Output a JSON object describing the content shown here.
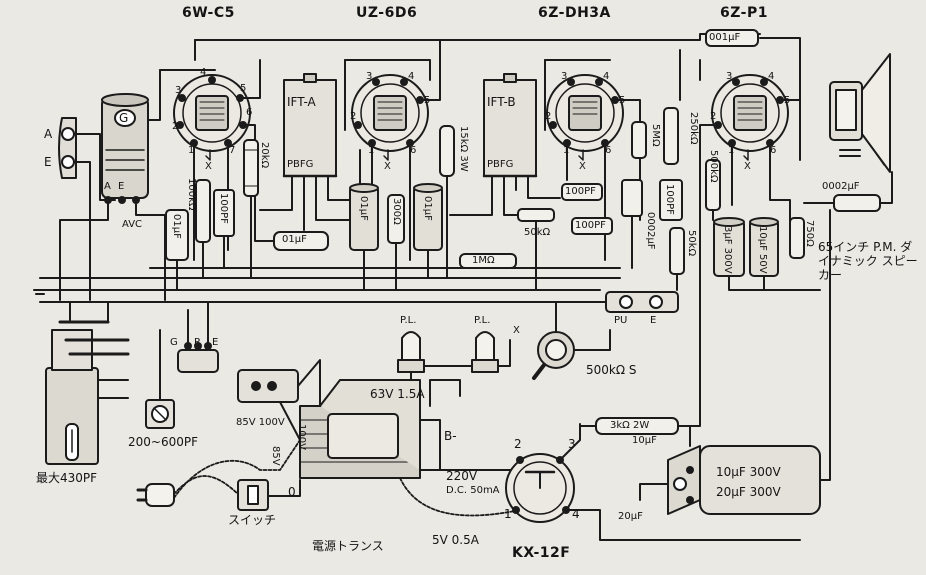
{
  "tubes": {
    "t1": {
      "name": "6W-C5",
      "pins": [
        "4",
        "3",
        "2",
        "1",
        "7",
        "6",
        "5"
      ],
      "grid": "X"
    },
    "t2": {
      "name": "UZ-6D6",
      "pins": [
        "3",
        "4",
        "2",
        "1",
        "5",
        "6"
      ],
      "grid": "X"
    },
    "t3": {
      "name": "6Z-DH3A",
      "pins": [
        "3",
        "4",
        "2",
        "1",
        "5",
        "6"
      ],
      "grid": "X"
    },
    "t4": {
      "name": "6Z-P1",
      "pins": [
        "3",
        "4",
        "2",
        "1",
        "5",
        "6"
      ],
      "grid": "X"
    }
  },
  "ifts": {
    "a": {
      "name": "IFT-A",
      "bottom": "PBFG"
    },
    "b": {
      "name": "IFT-B",
      "bottom": "PBFG"
    }
  },
  "coil": {
    "top": "G",
    "bottom_a": "A",
    "bottom_e": "E",
    "avc": "AVC"
  },
  "antenna": {
    "a": "A",
    "e": "E"
  },
  "components": {
    "c_top": "001μF",
    "r_20k": "20kΩ",
    "r_100k": "100kΩ",
    "c_100pf_v": "100PF",
    "c_01_left": "01μF",
    "c_01_mid": "01μF",
    "c_01_cyl1": "01μF",
    "r_300": "300Ω",
    "c_01_cyl2": "01μF",
    "r_15k": "15kΩ 3W",
    "r_1m": "1MΩ",
    "r_5m": "5MΩ",
    "c_100pf_h1": "100PF",
    "c_100pf_h2": "100PF",
    "r_50k_left": "50kΩ",
    "c_0002_mid": "0002μF",
    "r_250k": "250kΩ",
    "c_100pf_v2": "100PF",
    "r_500k": "500kΩ",
    "r_50k_right": "50kΩ",
    "c_3uf": "3μF 300V",
    "c_10uf": "10μF 50V",
    "r_750": "750Ω",
    "c_0002_spk": "0002μF"
  },
  "speaker": {
    "label": "65インチ P.M. ダイナミック スピーカー"
  },
  "variable_cap": {
    "label": "最大430PF"
  },
  "trimmer": {
    "label": "200~600PF"
  },
  "socket": {
    "g": "G",
    "p": "P",
    "e": "E"
  },
  "pilot": {
    "pl1": "P.L.",
    "pl2": "P.L.",
    "x": "X",
    "rating": "63V 1.5A"
  },
  "volume": {
    "label": "500kΩ S"
  },
  "pickup": {
    "pu": "PU",
    "e": "E"
  },
  "transformer": {
    "label": "電源トランス",
    "v85_100": "85V 100V",
    "v85": "85V",
    "v100": "100V",
    "zero": "0",
    "b_minus": "B-",
    "hv": "220V",
    "dc": "D.C. 50mA",
    "fil": "5V 0.5A"
  },
  "switch": {
    "label": "スイッチ"
  },
  "rectifier": {
    "name": "KX-12F",
    "p2": "2",
    "p3": "3",
    "p1": "1",
    "p4": "4"
  },
  "filter": {
    "r_3k": "3kΩ 2W",
    "c_10_small": "10μF",
    "c_20_small": "20μF",
    "c1": "10μF  300V",
    "c2": "20μF  300V"
  }
}
